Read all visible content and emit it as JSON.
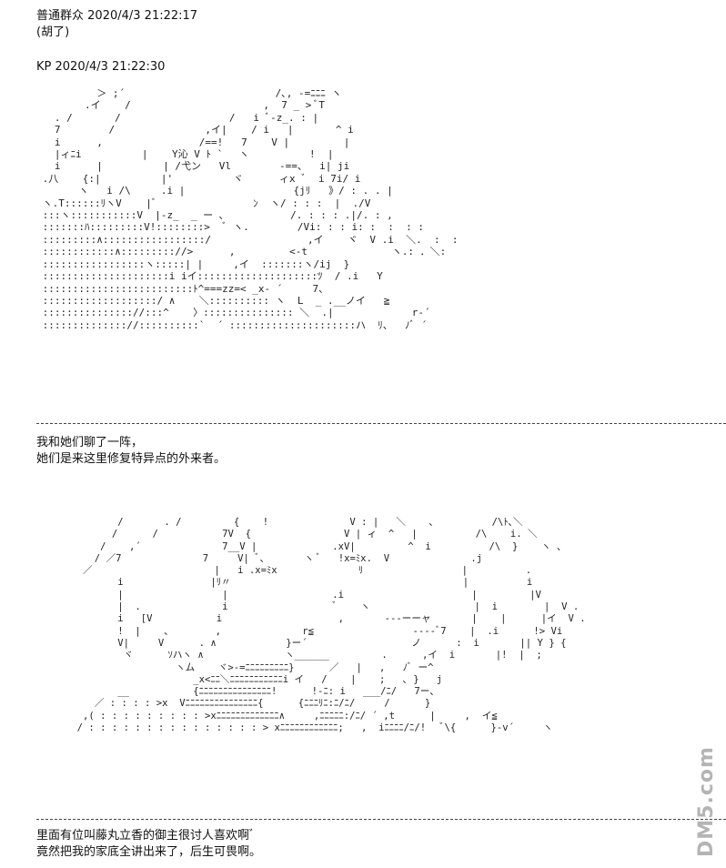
{
  "post1": {
    "author": "普通群众",
    "timestamp": "2020/4/3 21:22:17",
    "text": "(胡了)"
  },
  "post2": {
    "author": "KP",
    "timestamp": "2020/4/3 21:22:30"
  },
  "ascii_art_1": "          ＞ ;´                         /､, -=ﾆﾆﾆ ヽ\n        .イ    /                      ,  7 _ > ﾞT\n   . /       /                  /   i ﾞ-z_. : |\n   7        /               ,イ|    / i   |       ^ i\n   i      ,                /==!   7    V |         |\n   |ィﾆi          |    Y沁 V ﾄ ` 　ヽ          !  |\n   i      |          | /弋ン   Vl        -==、  i| ji\n .八    {:|          |'          ヾ      ィx ﾞ  i 7i/ i\n       ヽ   i /\\     .i |                  {jﾘ   》/ : . . |\n ヽ.T::::::ﾘヽV    |ﾞ                ﾝ  ヽ/ : : :  |  ./V\n :::ヽ:::::::::::V  |-z_  _ ー ､           /. : : : .|/. : ,\n :::::::ﾊ:::::::::V!::::::::>  ﾞ ヽ.        /Vi: : : i: :  :  : :\n :::::::::∧:::::::::::::::::/                ,イ    ヾ  V .i  ＼.  :  :\n ::::::::::::∧::::::::://>      ,         <-t              ヽ.: ．＼:\n :::::::::::::::::ヽ:::::| |     ,イ  :::::::ヽ/ij  }\n :::::::::::::::::::::i iイ::::::::::::::::::::ﾂ  / .i   Y\n :::::::::::::::::::::::::ﾄ^===zz=< _x- ´     7、\n :::::::::::::::::::/ ∧    ＼:::::::::: ヽ  L  _ .__ノイ   ≧\n ::::::::::::::://:::^    〉::::::::::::::: ＼  .|             r-´\n :::::::::::::://::::::::::`  ´ :::::::::::::::::::::ハ  ﾘ、  ﾉﾞ ´",
  "reply1": {
    "line1": "我和她们聊了一阵，",
    "line2": "她们是来这里修复特异点的外来者。"
  },
  "ascii_art_2": "              /       . /         {    !              V : |   ＼    ､          /\\ﾄ､＼\n             /      /           7V  {                V | ィ  ^   |          /\\    i. ＼\n           /    ,´              7__V |             .xV|         ^  i          /\\  }    ヽ 、\n          / ／7              7     V| ﾞ、      ヽ ﾞ   !x=ﾐx.  V              .j\n        ／                     |   i .x=ﾐx              ﾘ                 |          .\n              i               |ﾘ〃                                        |          i\n              |                 |                  .i                      |         |V\n              |  .              i                  ﾞ    ヽ                  |  i        |  V .\n              i   [V           i                    ,       ---ーーャ       |    |      |イ  V .\n              !  |    ､        ,              r≦                 ----ﾞ7    |  .i      !> Vi\n              V|     V      . ∧            }ー´                  ノ      :  i       || Y } {\n               ヾ      ｿハヽ ∧              ヽ______         .      ,イ  i       |!  |  ;\n                        ヽム    ヾ>-=ﾆﾆﾆﾆﾆﾆﾆﾆﾆ}      ／   |   ,   ﾉﾞ ー^\n                           _x<ﾆﾆ＼ﾆﾆﾆﾆﾆﾆﾆﾆﾆﾆﾆi イ   /    |    ;   ､ }   j\n              __           {ﾆﾆﾆﾆﾆﾆﾆﾆﾆﾆﾆﾆﾆﾆﾆ!      !-ﾆ: i   ___/ﾆ/   7ー、\n          ／ : : : : >x  Vﾆﾆﾆﾆﾆﾆﾆﾆﾆﾆﾆﾆﾆﾆﾆ{      {ﾆﾆﾆﾘﾆ:ﾆ/ﾆ/     /      }\n        ,( : : : : : : : : : >xﾆﾆﾆﾆﾆﾆﾆﾆﾆﾆﾆﾆﾆ∧     ,ﾆﾆﾆﾆﾆ:/ﾆ/ ´ ,t      |     ,  イ≦\n       / : : : : : : : : : : : : : : : > xﾆﾆﾆﾆﾆﾆﾆﾆﾆﾆﾆﾆ;   ,  iﾆﾆﾆﾆ/ﾆ/!   ﾞ\\{      }-v´     ヽ",
  "reply2": {
    "line1": "里面有位叫藤丸立香的御主很讨人喜欢啊",
    "line1_mark": "ﾞ",
    "line2": "竟然把我的家底全讲出来了，后生可畏啊。"
  },
  "watermark": "DM5.com"
}
